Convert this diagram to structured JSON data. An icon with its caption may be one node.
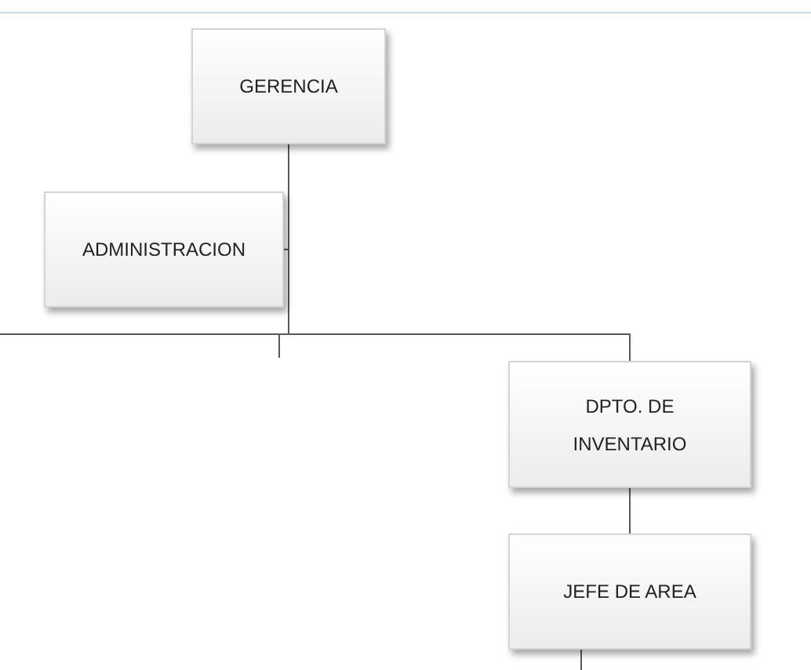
{
  "diagram": {
    "nodes": [
      {
        "text": [
          "GERENCIA"
        ]
      },
      {
        "text": [
          "ADMINISTRACION"
        ]
      },
      {
        "text": [
          "DPTO. DE INVENTARIO"
        ]
      },
      {
        "text": [
          "JEFE DE AREA"
        ]
      }
    ],
    "edges": [
      {
        "from": 0,
        "to": 1,
        "arrow": "none"
      },
      {
        "from": 0,
        "to": 2,
        "arrow": "none"
      },
      {
        "from": 0,
        "to": null,
        "arrow": "none"
      },
      {
        "from": 0,
        "to": null,
        "arrow": "none"
      },
      {
        "from": 2,
        "to": 3,
        "arrow": "none"
      },
      {
        "from": 3,
        "to": null,
        "arrow": "none"
      }
    ]
  }
}
